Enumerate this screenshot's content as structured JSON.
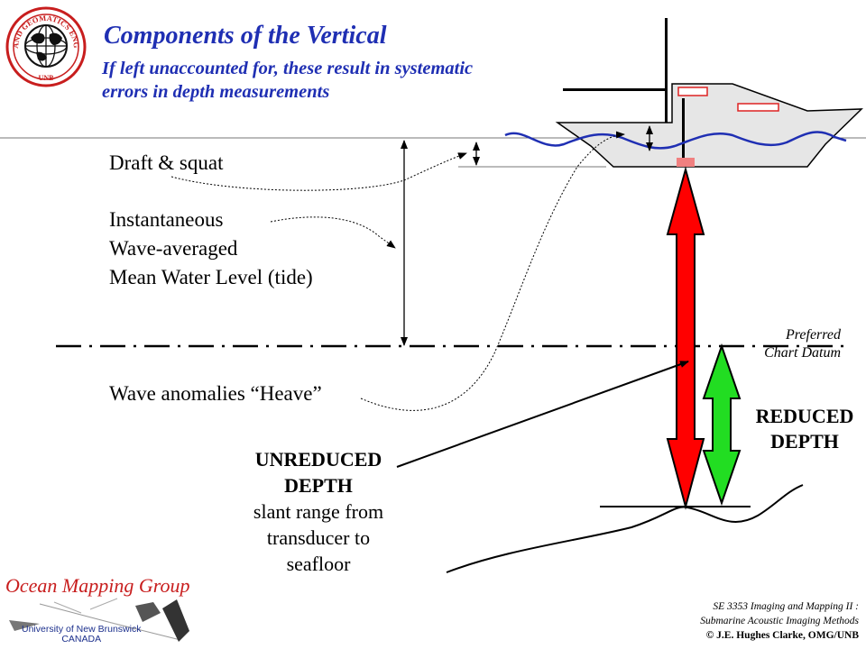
{
  "title": "Components of the Vertical",
  "subtitle_line1": "If left unaccounted for, these result in systematic",
  "subtitle_line2": "errors in depth measurements",
  "labels": {
    "draft_squat": "Draft & squat",
    "instantaneous": "Instantaneous",
    "wave_averaged": "Wave-averaged",
    "mean_water_level": "Mean Water Level (tide)",
    "wave_anomalies": "Wave anomalies “Heave”",
    "unreduced_1": "UNREDUCED",
    "unreduced_2": "DEPTH",
    "slant_1": "slant range from",
    "slant_2": "transducer to",
    "slant_3": "seafloor",
    "reduced_1": "REDUCED",
    "reduced_2": "DEPTH",
    "datum_1": "Preferred",
    "datum_2": "Chart Datum"
  },
  "logo": {
    "ring_text": "GEODESY AND GEOMATICS ENGINEERING",
    "bottom_text": "UNB"
  },
  "footer": {
    "group_name": "Ocean Mapping Group",
    "university_line1": "University of New Brunswick",
    "university_line2": "CANADA",
    "course_line1": "SE 3353 Imaging and Mapping II :",
    "course_line2": "Submarine Acoustic Imaging Methods",
    "copyright": "© J.E. Hughes Clarke, OMG/UNB"
  },
  "colors": {
    "title": "#1f2fb3",
    "water_wave": "#1f2fb3",
    "unreduced_arrow": "#ff0000",
    "reduced_arrow": "#22dd22",
    "hull": "#e6e6e6",
    "transducer": "#f08080",
    "logo_red": "#c81e1e"
  }
}
